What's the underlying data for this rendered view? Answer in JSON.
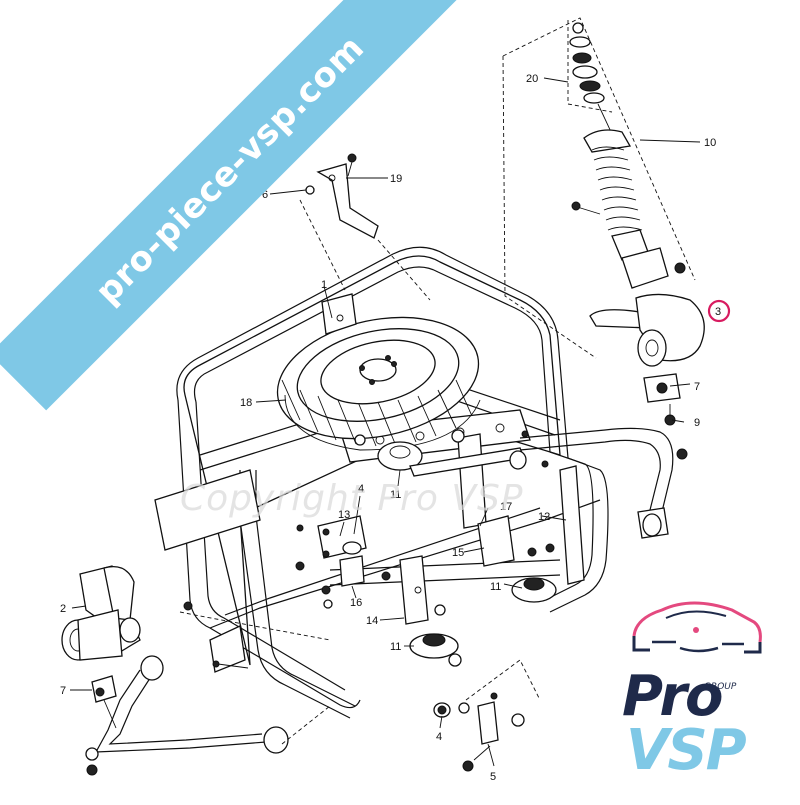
{
  "watermark_banner": "pro-piece-vsp.com",
  "center_watermark": "Copyright Pro VSP",
  "logo": {
    "group": "GROUP",
    "pro": "Pro",
    "vsp": "VSP",
    "colors": {
      "navy": "#1f2a4a",
      "light_blue": "#7fc8e6",
      "pink": "#e4497f"
    }
  },
  "callouts": {
    "c1": "1",
    "c2": "2",
    "c3": "3",
    "c4a": "4",
    "c4b": "4",
    "c5": "5",
    "c6": "6",
    "c7a": "7",
    "c7b": "7",
    "c9": "9",
    "c10": "10",
    "c11a": "11",
    "c11b": "11",
    "c11c": "11",
    "c12": "12",
    "c13": "13",
    "c14": "14",
    "c15": "15",
    "c16": "16",
    "c17": "17",
    "c18": "18",
    "c19": "19",
    "c20": "20"
  },
  "highlight_color": "#d81b60"
}
